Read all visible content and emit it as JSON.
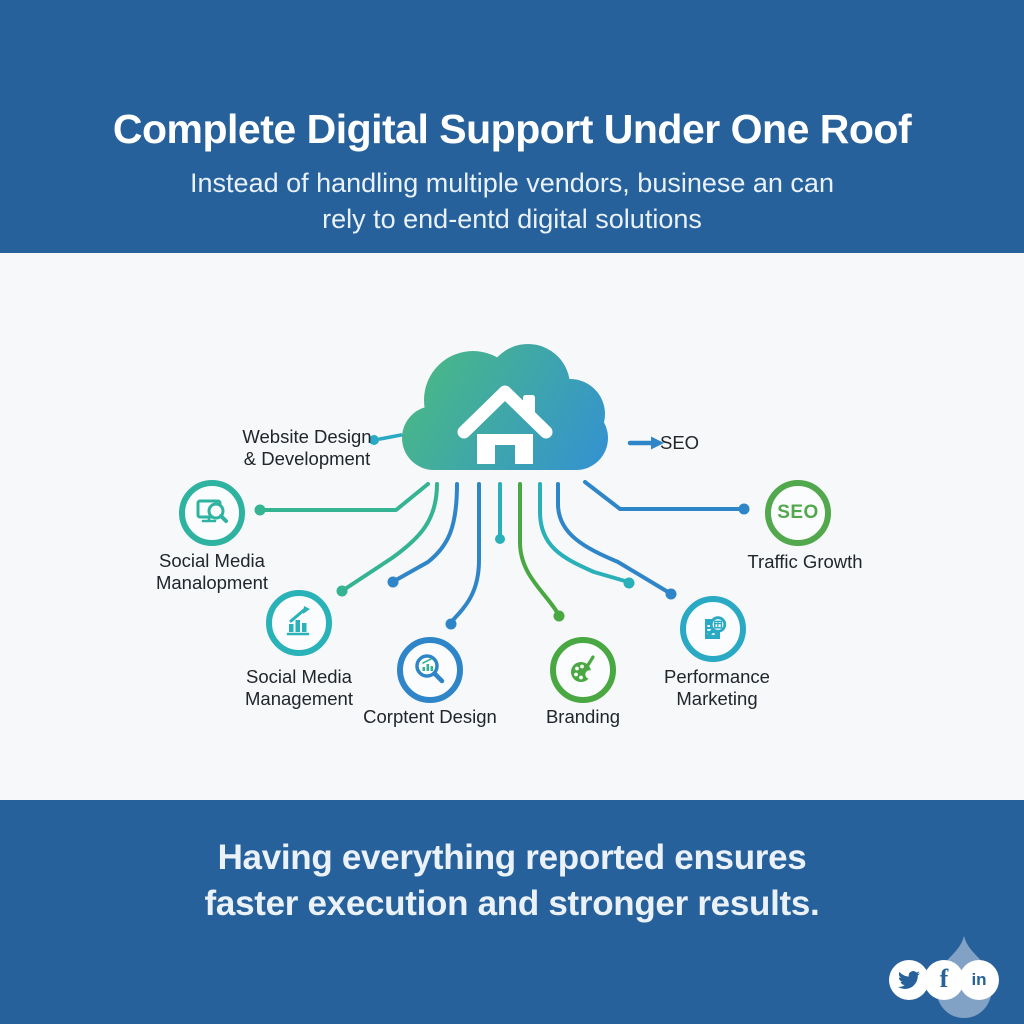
{
  "header": {
    "title": "Complete Digital Support Under One Roof",
    "subtitle_line1": "Instead of handling multiple vendors, businese an can",
    "subtitle_line2": "rely to end-entd digital solutions"
  },
  "diagram": {
    "hub_icon": "cloud-home-icon",
    "hub_label_left_line1": "Website Design",
    "hub_label_left_line2": "& Development",
    "hub_label_right": "SEO",
    "nodes": [
      {
        "label_line1": "Social Media",
        "label_line2": "Manalopment",
        "icon": "monitor-search-icon",
        "color": "#2db3a0"
      },
      {
        "label_line1": "Social Media",
        "label_line2": "Management",
        "icon": "bar-chart-growth-icon",
        "color": "#29b2b8"
      },
      {
        "label_line1": "Corptent Design",
        "label_line2": "",
        "icon": "search-analytics-icon",
        "color": "#2e86c9"
      },
      {
        "label_line1": "Branding",
        "label_line2": "",
        "icon": "palette-brush-icon",
        "color": "#4aa843"
      },
      {
        "label_line1": "Performance",
        "label_line2": "Marketing",
        "icon": "document-search-icon",
        "color": "#2aa9c4"
      },
      {
        "badge": "SEO",
        "label_line1": "Traffic Growth",
        "label_line2": "",
        "icon": "seo-badge-icon",
        "color": "#52a84c"
      }
    ]
  },
  "footer": {
    "line1": "Having everything reported ensures",
    "line2": "faster execution and stronger results.",
    "social": {
      "twitter": "twitter-bird-icon",
      "facebook_glyph": "f",
      "linkedin_glyph": "in"
    }
  },
  "colors": {
    "band_blue": "#27619b",
    "canvas": "#f7f8f9",
    "cloud_gradient_start": "#4bbb80",
    "cloud_gradient_end": "#3390d5",
    "teal": "#35b493",
    "blue": "#2e86c9",
    "green": "#4aa843",
    "teal_cyan": "#2ab0b8"
  }
}
